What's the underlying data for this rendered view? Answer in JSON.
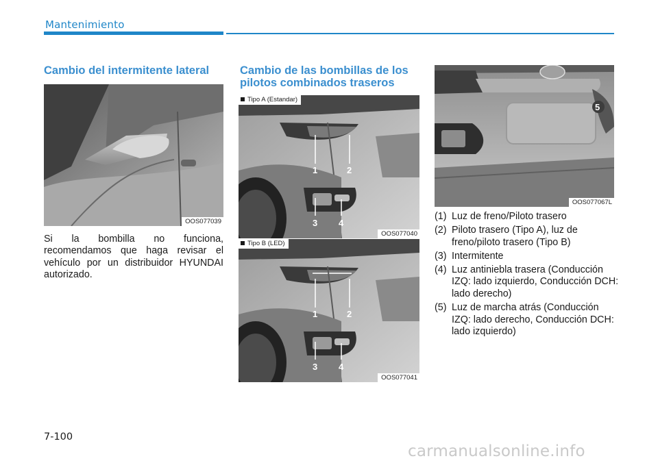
{
  "header": {
    "section": "Mantenimiento"
  },
  "left": {
    "heading": "Cambio del intermitente lateral",
    "photo_code": "OOS077039",
    "paragraph": "Si la bombilla no funciona, recomendamos que haga revisar el vehículo por un distribuidor HYUNDAI autorizado."
  },
  "middle": {
    "heading_line1": "Cambio de las bombillas de los",
    "heading_line2": "pilotos combinados traseros",
    "photo_a": {
      "tag": "Tipo A (Estandar)",
      "code": "OOS077040",
      "callouts": [
        "1",
        "2",
        "3",
        "4"
      ]
    },
    "photo_b": {
      "tag": "Tipo B (LED)",
      "code": "OOS077041",
      "callouts": [
        "1",
        "2",
        "3",
        "4"
      ]
    }
  },
  "right": {
    "photo_code": "OOS077067L",
    "callout": "5",
    "legend": [
      {
        "num": "(1)",
        "text": "Luz de freno/Piloto trasero"
      },
      {
        "num": "(2)",
        "text": "Piloto trasero (Tipo A), luz de freno/piloto trasero (Tipo B)"
      },
      {
        "num": "(3)",
        "text": "Intermitente"
      },
      {
        "num": "(4)",
        "text": "Luz antiniebla trasera (Conducción IZQ: lado izquierdo, Conducción DCH: lado derecho)"
      },
      {
        "num": "(5)",
        "text": "Luz de marcha atrás (Conducción IZQ: lado derecho, Conducción DCH: lado izquierdo)"
      }
    ]
  },
  "footer": {
    "page_number": "7-100",
    "watermark": "carmanualsonline.info"
  }
}
